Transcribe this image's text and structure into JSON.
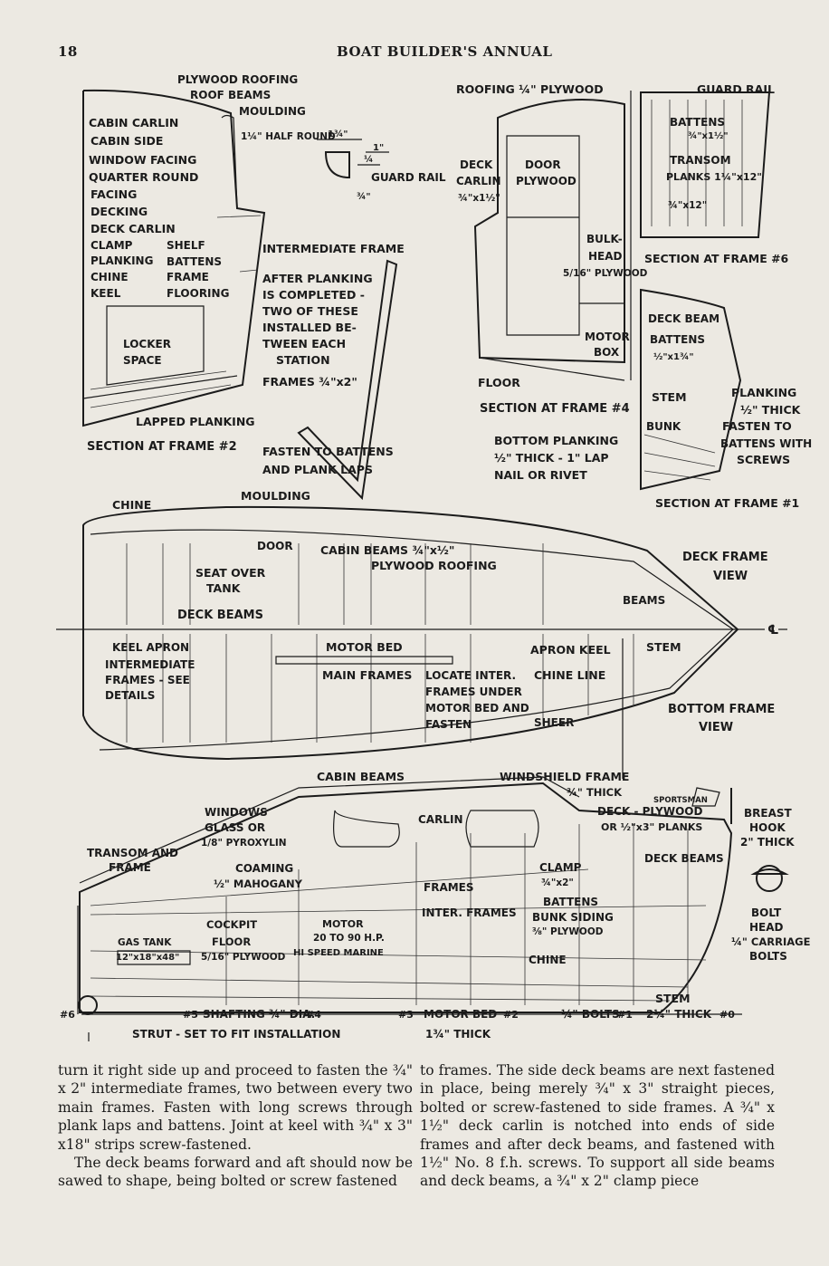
{
  "header": {
    "page_number": "18",
    "running_title": "BOAT BUILDER'S ANNUAL"
  },
  "figure": {
    "frame2": {
      "title": "SECTION AT FRAME #2",
      "labels": [
        "PLYWOOD ROOFING",
        "ROOF BEAMS",
        "MOULDING",
        "CABIN CARLIN",
        "CABIN SIDE",
        "WINDOW FACING",
        "QUARTER ROUND",
        "FACING",
        "DECKING",
        "DECK CARLIN",
        "CLAMP",
        "PLANKING",
        "CHINE",
        "KEEL",
        "SHELF",
        "BATTENS",
        "FRAME",
        "FLOORING",
        "LOCKER",
        "SPACE",
        "LAPPED PLANKING"
      ],
      "half_round": "1¼\" HALF ROUND"
    },
    "guard_rail": {
      "label": "GUARD RAIL",
      "dims": [
        "1¾\"",
        "1\"",
        "¼",
        "¾\""
      ]
    },
    "intermediate_frame": {
      "title": "INTERMEDIATE FRAME",
      "note_lines": [
        "AFTER PLANKING",
        "IS COMPLETED -",
        "TWO OF THESE",
        "INSTALLED BE-",
        "TWEEN EACH",
        "STATION",
        "FRAMES ¾\"x2\""
      ],
      "fasten_lines": [
        "FASTEN TO BATTENS",
        "AND PLANK LAPS"
      ]
    },
    "frame4": {
      "title": "SECTION AT FRAME #4",
      "labels": [
        "ROOFING ¼\" PLYWOOD",
        "DECK",
        "CARLIN",
        "¾\"x1½\"",
        "DOOR",
        "PLYWOOD",
        "BULK-",
        "HEAD",
        "5/16\" PLYWOOD",
        "MOTOR",
        "BOX",
        "FLOOR"
      ],
      "bottom_lines": [
        "BOTTOM PLANKING",
        "½\" THICK - 1\" LAP",
        "NAIL OR RIVET"
      ]
    },
    "frame6": {
      "title": "SECTION AT FRAME #6",
      "labels": [
        "GUARD RAIL",
        "BATTENS",
        "¾\"x1½\"",
        "TRANSOM",
        "PLANKS 1¼\"x12\"",
        "¾\"x12\""
      ]
    },
    "frame1": {
      "title": "SECTION AT FRAME #1",
      "labels": [
        "DECK BEAM",
        "BATTENS",
        "½\"x1¾\"",
        "STEM",
        "BUNK",
        "PLANKING",
        "½\" THICK",
        "FASTEN TO",
        "BATTENS WITH",
        "SCREWS"
      ]
    },
    "plan_view": {
      "labels": [
        "CHINE",
        "MOULDING",
        "DOOR",
        "CABIN BEAMS ¾\"x½\"",
        "PLYWOOD ROOFING",
        "SEAT OVER",
        "TANK",
        "DECK BEAMS",
        "BEAMS",
        "KEEL APRON",
        "INTERMEDIATE",
        "FRAMES - SEE",
        "DETAILS",
        "MOTOR BED",
        "MAIN FRAMES",
        "LOCATE INTER.",
        "FRAMES UNDER",
        "MOTOR BED AND",
        "FASTEN",
        "APRON KEEL",
        "CHINE LINE",
        "STEM",
        "SHEER",
        "℄"
      ],
      "deck_view": [
        "DECK FRAME",
        "VIEW"
      ],
      "bottom_view": [
        "BOTTOM FRAME",
        "VIEW"
      ]
    },
    "profile_view": {
      "labels": [
        "CABIN BEAMS",
        "WINDSHIELD FRAME",
        "¾\" THICK",
        "WINDOWS",
        "GLASS OR",
        "1/8\" PYROXYLIN",
        "CARLIN",
        "DECK - PLYWOOD",
        "OR ½\"x3\" PLANKS",
        "BREAST",
        "HOOK",
        "2\" THICK",
        "TRANSOM AND",
        "FRAME",
        "COAMING",
        "½\" MAHOGANY",
        "FRAMES",
        "CLAMP",
        "¾\"x2\"",
        "DECK BEAMS",
        "GAS TANK",
        "12\"x18\"x48\"",
        "COCKPIT",
        "FLOOR",
        "5/16\" PLYWOOD",
        "MOTOR",
        "20 TO 90 H.P.",
        "HI SPEED MARINE",
        "INTER. FRAMES",
        "BATTENS",
        "BUNK SIDING",
        "⅜\" PLYWOOD",
        "CHINE",
        "BOLT",
        "HEAD",
        "¼\" CARRIAGE",
        "BOLTS",
        "SPORTSMAN",
        "STEM",
        "2¼\" THICK",
        "#6",
        "#5",
        "SHAFTING ¾\" DIA.",
        "#4",
        "#3",
        "MOTOR BED",
        "#2",
        "¼\" BOLTS",
        "#1",
        "#0",
        "STRUT - SET TO FIT INSTALLATION",
        "1¾\" THICK"
      ]
    }
  },
  "body": {
    "col1": [
      "turn it right side up and proceed to fasten the ¾\" x 2\" intermediate frames, two between every two main frames. Fasten with long screws through plank laps and battens. Joint at keel with ¾\" x 3\" x18\" strips screw-fastened.",
      "The deck beams forward and aft should now be sawed to shape, being bolted or screw fastened"
    ],
    "col2": [
      "to frames. The side deck beams are next fastened in place, being merely ¾\" x 3\" straight pieces, bolted or screw-fastened to side frames. A ¾\" x 1½\" deck carlin is notched into ends of side frames and after deck beams, and fastened with 1½\" No. 8 f.h. screws. To support all side beams and deck beams, a ¾\" x 2\" clamp piece"
    ]
  }
}
